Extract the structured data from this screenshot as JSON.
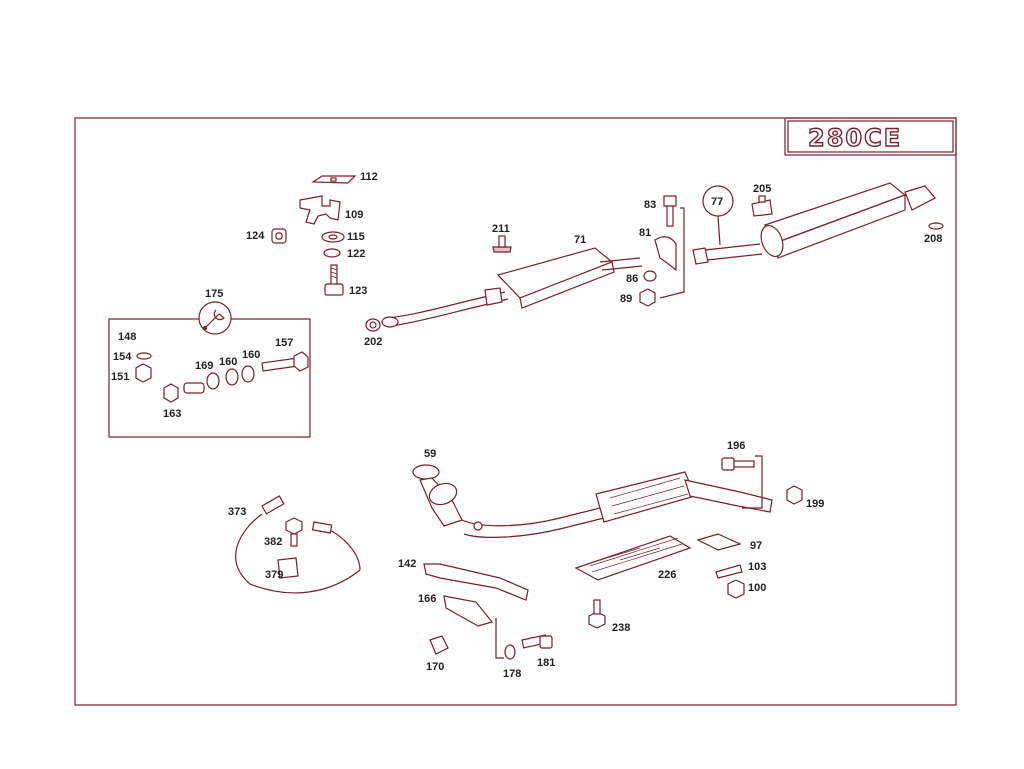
{
  "model_badge": "280CE",
  "colors": {
    "line": "#7a1f2b",
    "text": "#222222",
    "background": "#ffffff"
  },
  "callouts": {
    "c59": "59",
    "c71": "71",
    "c77": "77",
    "c81": "81",
    "c83": "83",
    "c86": "86",
    "c89": "89",
    "c97": "97",
    "c100": "100",
    "c103": "103",
    "c109": "109",
    "c112": "112",
    "c115": "115",
    "c122": "122",
    "c123": "123",
    "c124": "124",
    "c142": "142",
    "c148": "148",
    "c151": "151",
    "c154": "154",
    "c157": "157",
    "c160a": "160",
    "c160b": "160",
    "c163": "163",
    "c166": "166",
    "c169": "169",
    "c170": "170",
    "c175": "175",
    "c178": "178",
    "c181": "181",
    "c196": "196",
    "c199": "199",
    "c202": "202",
    "c205": "205",
    "c208": "208",
    "c211": "211",
    "c226": "226",
    "c238": "238",
    "c373": "373",
    "c379": "379",
    "c382": "382"
  },
  "icons": {
    "tool_symbol": "wrench-icon"
  }
}
